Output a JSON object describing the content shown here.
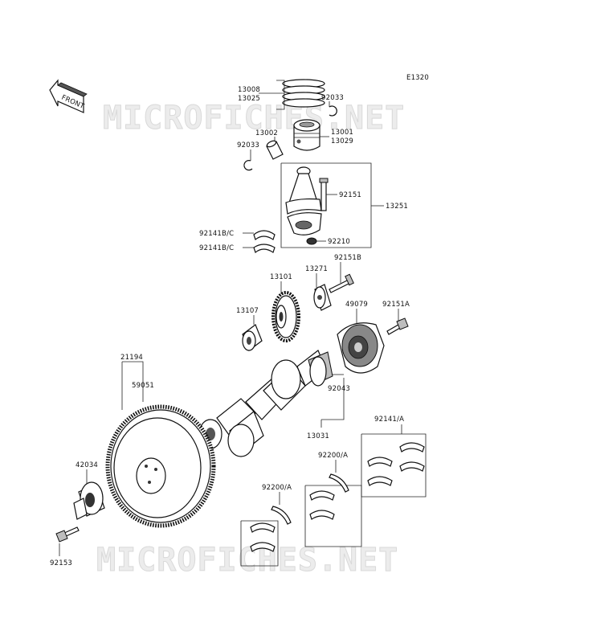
{
  "diagram_code": "E1320",
  "watermark": "MICROFICHES.NET",
  "front_arrow_label": "FRONT",
  "parts": [
    {
      "id": "p13008",
      "label": "13008"
    },
    {
      "id": "p13025",
      "label": "13025"
    },
    {
      "id": "p92033a",
      "label": "92033"
    },
    {
      "id": "p13002",
      "label": "13002"
    },
    {
      "id": "p13001",
      "label": "13001"
    },
    {
      "id": "p13029",
      "label": "13029"
    },
    {
      "id": "p92033b",
      "label": "92033"
    },
    {
      "id": "p92151",
      "label": "92151"
    },
    {
      "id": "p13251",
      "label": "13251"
    },
    {
      "id": "p92210",
      "label": "92210"
    },
    {
      "id": "p92141bc1",
      "label": "92141B/C"
    },
    {
      "id": "p92141bc2",
      "label": "92141B/C"
    },
    {
      "id": "p92151b",
      "label": "92151B"
    },
    {
      "id": "p13271",
      "label": "13271"
    },
    {
      "id": "p13101",
      "label": "13101"
    },
    {
      "id": "p13107",
      "label": "13107"
    },
    {
      "id": "p49079",
      "label": "49079"
    },
    {
      "id": "p92151a",
      "label": "92151A"
    },
    {
      "id": "p21194",
      "label": "21194"
    },
    {
      "id": "p59051",
      "label": "59051"
    },
    {
      "id": "p92043",
      "label": "92043"
    },
    {
      "id": "p92141a",
      "label": "92141/A"
    },
    {
      "id": "p13031",
      "label": "13031"
    },
    {
      "id": "p92200a1",
      "label": "92200/A"
    },
    {
      "id": "p42034",
      "label": "42034"
    },
    {
      "id": "p92200a2",
      "label": "92200/A"
    },
    {
      "id": "p92153",
      "label": "92153"
    }
  ]
}
